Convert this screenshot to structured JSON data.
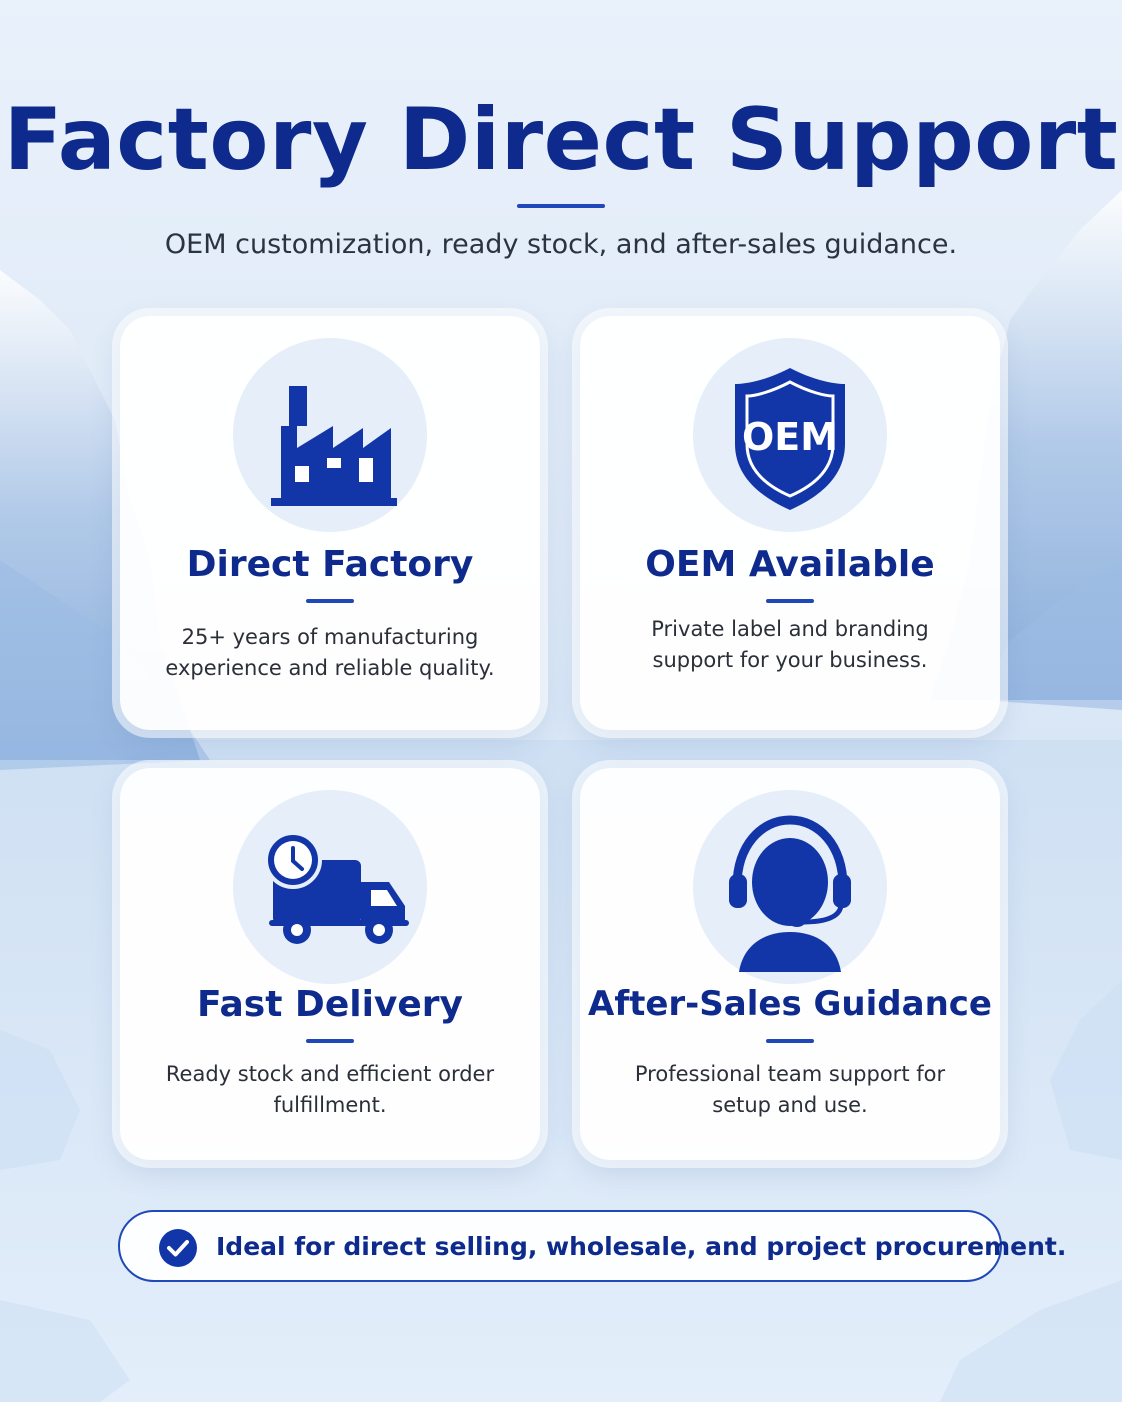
{
  "page": {
    "title": "Factory Direct Support",
    "subtitle": "OEM customization, ready stock, and after-sales guidance."
  },
  "features": [
    {
      "title": "Direct Factory",
      "description": "25+ years of manufacturing experience and reliable quality.",
      "icon": "factory-icon"
    },
    {
      "title": "OEM Available",
      "description": "Private label and branding support for your business.",
      "icon": "shield-icon",
      "icon_text": "OEM"
    },
    {
      "title": "Fast Delivery",
      "description": "Ready stock and efficient order fulfillment.",
      "icon": "delivery-truck-clock-icon"
    },
    {
      "title": "After-Sales Guidance",
      "description": "Professional team support for setup and use.",
      "icon": "headset-agent-icon"
    }
  ],
  "banner": {
    "text": "Ideal for direct selling, wholesale, and project procurement.",
    "icon": "check-circle-icon"
  },
  "colors": {
    "primary": "#0d2a8c",
    "accent": "#1f48b8",
    "icon_circle": "#e6eef9",
    "card": "#ffffff"
  }
}
